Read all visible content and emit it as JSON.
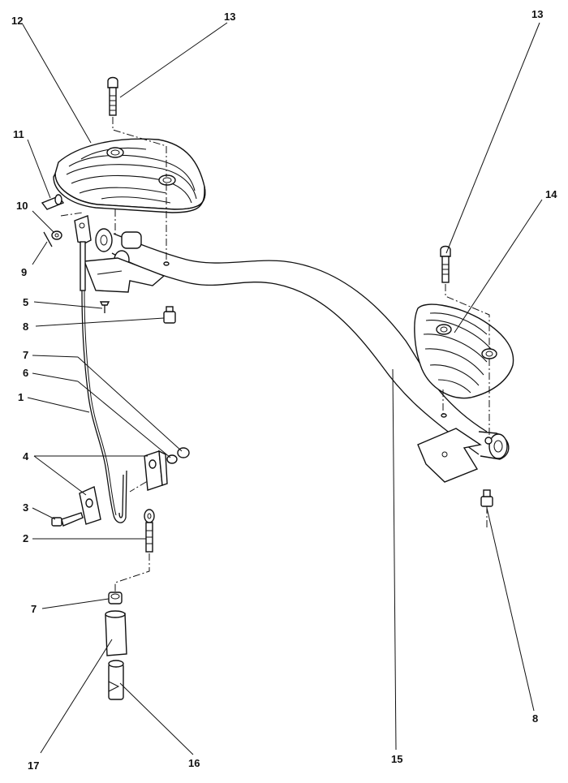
{
  "callouts": [
    {
      "id": "c1",
      "label": "1"
    },
    {
      "id": "c2",
      "label": "2"
    },
    {
      "id": "c3",
      "label": "3"
    },
    {
      "id": "c4",
      "label": "4"
    },
    {
      "id": "c5",
      "label": "5"
    },
    {
      "id": "c6",
      "label": "6"
    },
    {
      "id": "c7a",
      "label": "7"
    },
    {
      "id": "c7b",
      "label": "7"
    },
    {
      "id": "c8a",
      "label": "8"
    },
    {
      "id": "c8b",
      "label": "8"
    },
    {
      "id": "c9",
      "label": "9"
    },
    {
      "id": "c10",
      "label": "10"
    },
    {
      "id": "c11",
      "label": "11"
    },
    {
      "id": "c12",
      "label": "12"
    },
    {
      "id": "c13a",
      "label": "13"
    },
    {
      "id": "c13b",
      "label": "13"
    },
    {
      "id": "c14",
      "label": "14"
    },
    {
      "id": "c15",
      "label": "15"
    },
    {
      "id": "c16",
      "label": "16"
    },
    {
      "id": "c17",
      "label": "17"
    }
  ]
}
